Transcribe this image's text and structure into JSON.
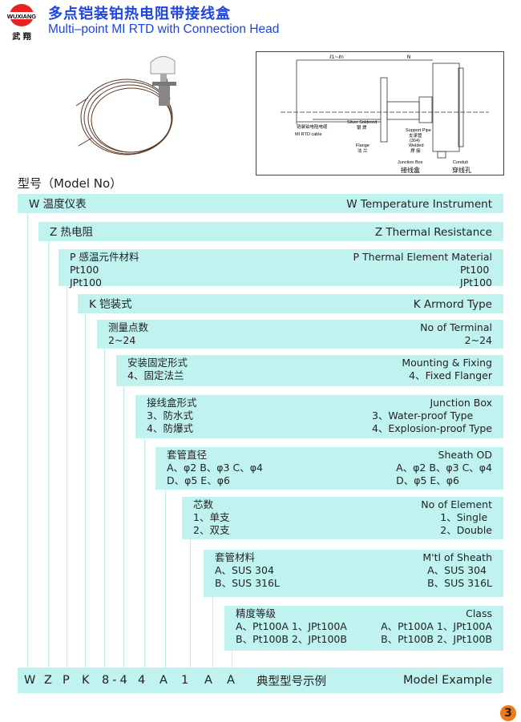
{
  "header": {
    "logo_text": "WUXIANG",
    "logo_cn": "武 翔",
    "title_cn": "多点铠装铂热电阻带接线盒",
    "title_en": "Multi–point MI RTD with Connection Head"
  },
  "drawing": {
    "dim1": "ℓ1~ℓn",
    "dim2": "N",
    "labels": [
      {
        "en": "MI RTD cable",
        "cn": "铠装铂电阻电缆"
      },
      {
        "en": "Silver Soldered",
        "cn": "银 焊"
      },
      {
        "en": "Flange",
        "cn": "法 兰"
      },
      {
        "en": "Support Pipe",
        "cn": "支承管",
        "extra": "(304)"
      },
      {
        "en": "Welded",
        "cn": "焊 接"
      },
      {
        "en": "Junction Box",
        "cn": "接线盒"
      },
      {
        "en": "Conduit",
        "cn": "穿线孔"
      }
    ]
  },
  "model_heading": "型号（Model No）",
  "bars": [
    {
      "cn_title": "W  温度仪表",
      "en_title": "W  Temperature Instrument",
      "cn_lines": [],
      "en_lines": []
    },
    {
      "cn_title": "Z  热电阻",
      "en_title": "Z  Thermal Resistance",
      "cn_lines": [],
      "en_lines": []
    },
    {
      "cn_title": "P  感温元件材料",
      "en_title": "P    Thermal Element Material",
      "cn_lines": [
        "Pt100",
        "JPt100"
      ],
      "en_lines": [
        "Pt100",
        "JPt100"
      ]
    },
    {
      "cn_title": "K  铠装式",
      "en_title": "K  Armord Type",
      "cn_lines": [],
      "en_lines": []
    },
    {
      "cn_title": "测量点数",
      "en_title": "No of Terminal",
      "cn_lines": [
        "2~24"
      ],
      "en_lines": [
        "2~24"
      ]
    },
    {
      "cn_title": "安装固定形式",
      "en_title": "Mounting & Fixing",
      "cn_lines": [
        "4、固定法兰"
      ],
      "en_lines": [
        "4、Fixed Flanger"
      ]
    },
    {
      "cn_title": "接线盒形式",
      "en_title": "Junction Box",
      "cn_lines": [
        "3、防水式",
        "4、防爆式"
      ],
      "en_lines": [
        "3、Water-proof Type",
        "4、Explosion-proof Type"
      ]
    },
    {
      "cn_title": "套管直径",
      "en_title": "Sheath OD",
      "cn_lines": [
        "A、φ2   B、φ3  C、φ4",
        "D、φ5   E、φ6"
      ],
      "en_lines": [
        "A、φ2   B、φ3  C、φ4",
        "D、φ5   E、φ6"
      ]
    },
    {
      "cn_title": "芯数",
      "en_title": "No of Element",
      "cn_lines": [
        "1、单支",
        "2、双支"
      ],
      "en_lines": [
        "1、Single",
        "2、Double"
      ]
    },
    {
      "cn_title": "套管材料",
      "en_title": "M'tl of Sheath",
      "cn_lines": [
        "A、SUS 304",
        "B、SUS 316L"
      ],
      "en_lines": [
        "A、SUS 304",
        "B、SUS 316L"
      ]
    },
    {
      "cn_title": "精度等级",
      "en_title": "Class",
      "cn_lines": [
        "A、Pt100A   1、JPt100A",
        "B、Pt100B    2、JPt100B"
      ],
      "en_lines": [
        "A、Pt100A   1、JPt100A",
        "B、Pt100B    2、JPt100B"
      ]
    }
  ],
  "example": {
    "code": [
      "W",
      "Z",
      "P",
      "K",
      "8-4",
      "4",
      "A",
      "1",
      "A",
      "A"
    ],
    "label_cn": "典型型号示例",
    "label_en": "Model Example"
  },
  "page_number": "3",
  "colors": {
    "title": "#1e44e0",
    "bar": "#c0f3f0",
    "badge": "#f07a18"
  }
}
